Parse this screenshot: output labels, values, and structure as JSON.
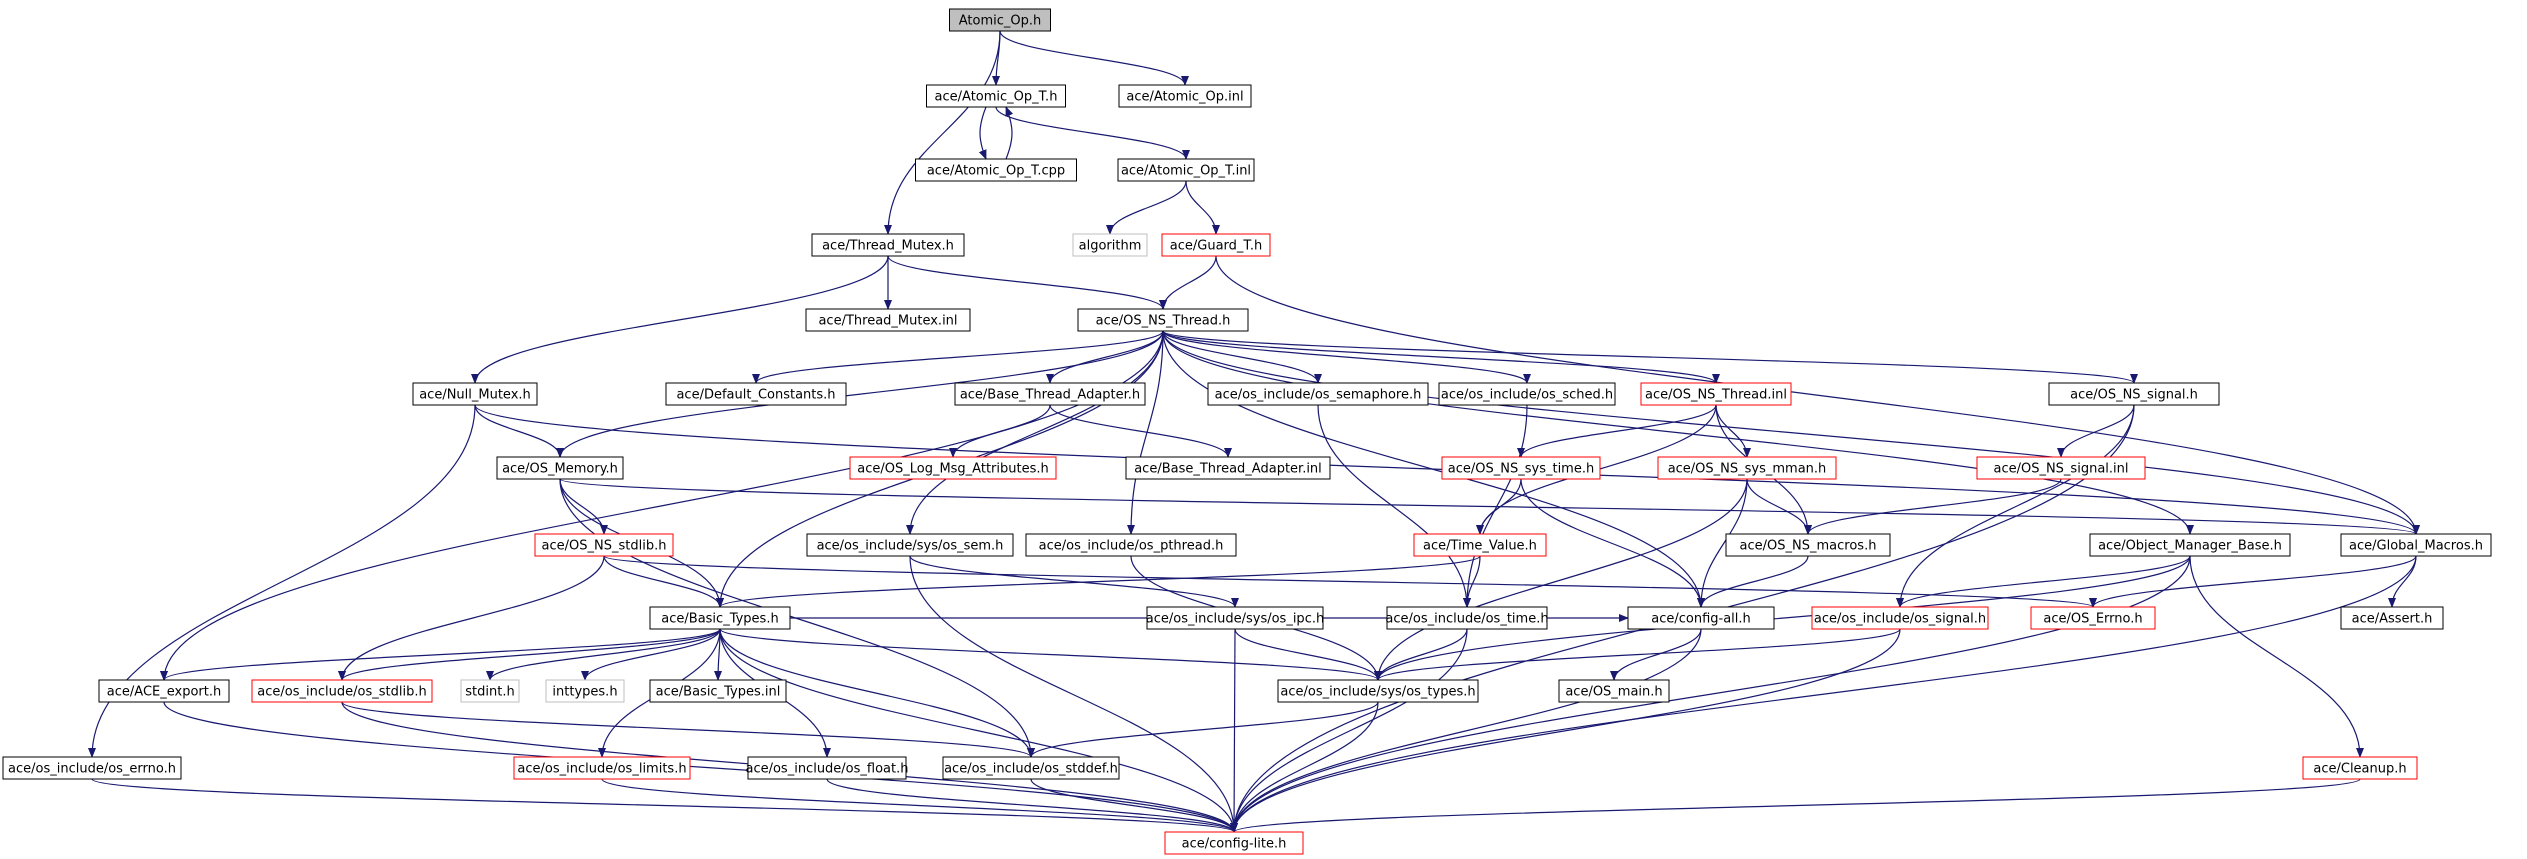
{
  "colors": {
    "edge": "#191970",
    "border_normal": "#000000",
    "border_truncated": "#ff0000",
    "border_system": "#bfbfbf",
    "root_fill": "#bfbfbf"
  },
  "graph": {
    "nodes": [
      {
        "id": "n0",
        "label": "Atomic_Op.h",
        "kind": "root"
      },
      {
        "id": "n1",
        "label": "ace/Atomic_Op_T.h",
        "kind": "normal"
      },
      {
        "id": "n2",
        "label": "ace/Atomic_Op.inl",
        "kind": "normal"
      },
      {
        "id": "n3",
        "label": "ace/Atomic_Op_T.cpp",
        "kind": "normal"
      },
      {
        "id": "n4",
        "label": "ace/Atomic_Op_T.inl",
        "kind": "normal"
      },
      {
        "id": "n5",
        "label": "algorithm",
        "kind": "system"
      },
      {
        "id": "n6",
        "label": "ace/Guard_T.h",
        "kind": "truncated"
      },
      {
        "id": "n7",
        "label": "ace/Thread_Mutex.h",
        "kind": "normal"
      },
      {
        "id": "n8",
        "label": "ace/Thread_Mutex.inl",
        "kind": "normal"
      },
      {
        "id": "n9",
        "label": "ace/OS_NS_Thread.h",
        "kind": "normal"
      },
      {
        "id": "n10",
        "label": "ace/Null_Mutex.h",
        "kind": "normal"
      },
      {
        "id": "n11",
        "label": "ace/Default_Constants.h",
        "kind": "normal"
      },
      {
        "id": "n12",
        "label": "ace/Base_Thread_Adapter.h",
        "kind": "normal"
      },
      {
        "id": "n13",
        "label": "ace/os_include/os_semaphore.h",
        "kind": "normal"
      },
      {
        "id": "n14",
        "label": "ace/os_include/os_sched.h",
        "kind": "normal"
      },
      {
        "id": "n15",
        "label": "ace/OS_NS_Thread.inl",
        "kind": "truncated"
      },
      {
        "id": "n16",
        "label": "ace/OS_NS_signal.h",
        "kind": "normal"
      },
      {
        "id": "n17",
        "label": "ace/OS_Memory.h",
        "kind": "normal"
      },
      {
        "id": "n18",
        "label": "ace/OS_Log_Msg_Attributes.h",
        "kind": "truncated"
      },
      {
        "id": "n19",
        "label": "ace/Base_Thread_Adapter.inl",
        "kind": "normal"
      },
      {
        "id": "n20",
        "label": "ace/OS_NS_sys_time.h",
        "kind": "truncated"
      },
      {
        "id": "n21",
        "label": "ace/OS_NS_sys_mman.h",
        "kind": "truncated"
      },
      {
        "id": "n22",
        "label": "ace/OS_NS_signal.inl",
        "kind": "truncated"
      },
      {
        "id": "n23",
        "label": "ace/OS_NS_stdlib.h",
        "kind": "truncated"
      },
      {
        "id": "n24",
        "label": "ace/os_include/sys/os_sem.h",
        "kind": "normal"
      },
      {
        "id": "n25",
        "label": "ace/os_include/os_pthread.h",
        "kind": "normal"
      },
      {
        "id": "n26",
        "label": "ace/Time_Value.h",
        "kind": "truncated"
      },
      {
        "id": "n27",
        "label": "ace/OS_NS_macros.h",
        "kind": "normal"
      },
      {
        "id": "n28",
        "label": "ace/Object_Manager_Base.h",
        "kind": "normal"
      },
      {
        "id": "n29",
        "label": "ace/Global_Macros.h",
        "kind": "normal"
      },
      {
        "id": "n30",
        "label": "ace/Basic_Types.h",
        "kind": "normal"
      },
      {
        "id": "n31",
        "label": "ace/os_include/sys/os_ipc.h",
        "kind": "normal"
      },
      {
        "id": "n32",
        "label": "ace/os_include/os_time.h",
        "kind": "normal"
      },
      {
        "id": "n33",
        "label": "ace/config-all.h",
        "kind": "normal"
      },
      {
        "id": "n34",
        "label": "ace/os_include/os_signal.h",
        "kind": "truncated"
      },
      {
        "id": "n35",
        "label": "ace/OS_Errno.h",
        "kind": "truncated"
      },
      {
        "id": "n36",
        "label": "ace/Assert.h",
        "kind": "normal"
      },
      {
        "id": "n37",
        "label": "ace/ACE_export.h",
        "kind": "normal"
      },
      {
        "id": "n38",
        "label": "ace/os_include/os_stdlib.h",
        "kind": "truncated"
      },
      {
        "id": "n39",
        "label": "stdint.h",
        "kind": "system"
      },
      {
        "id": "n40",
        "label": "inttypes.h",
        "kind": "system"
      },
      {
        "id": "n41",
        "label": "ace/Basic_Types.inl",
        "kind": "normal"
      },
      {
        "id": "n42",
        "label": "ace/os_include/sys/os_types.h",
        "kind": "normal"
      },
      {
        "id": "n43",
        "label": "ace/OS_main.h",
        "kind": "normal"
      },
      {
        "id": "n44",
        "label": "ace/os_include/os_errno.h",
        "kind": "normal"
      },
      {
        "id": "n45",
        "label": "ace/os_include/os_limits.h",
        "kind": "truncated"
      },
      {
        "id": "n46",
        "label": "ace/os_include/os_float.h",
        "kind": "normal"
      },
      {
        "id": "n47",
        "label": "ace/os_include/os_stddef.h",
        "kind": "normal"
      },
      {
        "id": "n48",
        "label": "ace/Cleanup.h",
        "kind": "truncated"
      },
      {
        "id": "n49",
        "label": "ace/config-lite.h",
        "kind": "truncated"
      }
    ],
    "edges": [
      [
        "n0",
        "n1"
      ],
      [
        "n0",
        "n2"
      ],
      [
        "n0",
        "n7"
      ],
      [
        "n1",
        "n3"
      ],
      [
        "n3",
        "n1"
      ],
      [
        "n1",
        "n4"
      ],
      [
        "n4",
        "n5"
      ],
      [
        "n4",
        "n6"
      ],
      [
        "n6",
        "n9"
      ],
      [
        "n6",
        "n29"
      ],
      [
        "n7",
        "n8"
      ],
      [
        "n7",
        "n9"
      ],
      [
        "n7",
        "n10"
      ],
      [
        "n9",
        "n11"
      ],
      [
        "n9",
        "n12"
      ],
      [
        "n9",
        "n13"
      ],
      [
        "n9",
        "n14"
      ],
      [
        "n9",
        "n15"
      ],
      [
        "n9",
        "n16"
      ],
      [
        "n9",
        "n17"
      ],
      [
        "n9",
        "n24"
      ],
      [
        "n9",
        "n25"
      ],
      [
        "n9",
        "n30"
      ],
      [
        "n9",
        "n37"
      ],
      [
        "n9",
        "n33"
      ],
      [
        "n9",
        "n29"
      ],
      [
        "n9",
        "n28"
      ],
      [
        "n10",
        "n17"
      ],
      [
        "n10",
        "n44"
      ],
      [
        "n10",
        "n29"
      ],
      [
        "n12",
        "n18"
      ],
      [
        "n12",
        "n19"
      ],
      [
        "n13",
        "n32"
      ],
      [
        "n14",
        "n32"
      ],
      [
        "n15",
        "n20"
      ],
      [
        "n15",
        "n21"
      ],
      [
        "n15",
        "n27"
      ],
      [
        "n15",
        "n26"
      ],
      [
        "n16",
        "n22"
      ],
      [
        "n16",
        "n34"
      ],
      [
        "n16",
        "n49"
      ],
      [
        "n17",
        "n23"
      ],
      [
        "n17",
        "n30"
      ],
      [
        "n17",
        "n47"
      ],
      [
        "n17",
        "n29"
      ],
      [
        "n20",
        "n26"
      ],
      [
        "n20",
        "n33"
      ],
      [
        "n21",
        "n33"
      ],
      [
        "n21",
        "n27"
      ],
      [
        "n21",
        "n42"
      ],
      [
        "n22",
        "n27"
      ],
      [
        "n23",
        "n30"
      ],
      [
        "n23",
        "n38"
      ],
      [
        "n23",
        "n35"
      ],
      [
        "n24",
        "n31"
      ],
      [
        "n24",
        "n49"
      ],
      [
        "n25",
        "n42"
      ],
      [
        "n26",
        "n30"
      ],
      [
        "n26",
        "n32"
      ],
      [
        "n27",
        "n33"
      ],
      [
        "n28",
        "n34"
      ],
      [
        "n28",
        "n42"
      ],
      [
        "n28",
        "n48"
      ],
      [
        "n28",
        "n49"
      ],
      [
        "n29",
        "n35"
      ],
      [
        "n29",
        "n36"
      ],
      [
        "n29",
        "n49"
      ],
      [
        "n30",
        "n37"
      ],
      [
        "n30",
        "n38"
      ],
      [
        "n30",
        "n39"
      ],
      [
        "n30",
        "n40"
      ],
      [
        "n30",
        "n41"
      ],
      [
        "n30",
        "n42"
      ],
      [
        "n30",
        "n45"
      ],
      [
        "n30",
        "n46"
      ],
      [
        "n30",
        "n47"
      ],
      [
        "n30",
        "n33"
      ],
      [
        "n30",
        "n49"
      ],
      [
        "n31",
        "n42"
      ],
      [
        "n31",
        "n49"
      ],
      [
        "n32",
        "n42"
      ],
      [
        "n32",
        "n49"
      ],
      [
        "n33",
        "n43"
      ],
      [
        "n33",
        "n49"
      ],
      [
        "n34",
        "n42"
      ],
      [
        "n34",
        "n49"
      ],
      [
        "n37",
        "n49"
      ],
      [
        "n38",
        "n47"
      ],
      [
        "n38",
        "n49"
      ],
      [
        "n42",
        "n47"
      ],
      [
        "n42",
        "n49"
      ],
      [
        "n44",
        "n49"
      ],
      [
        "n45",
        "n49"
      ],
      [
        "n46",
        "n49"
      ],
      [
        "n47",
        "n49"
      ],
      [
        "n48",
        "n49"
      ]
    ]
  }
}
